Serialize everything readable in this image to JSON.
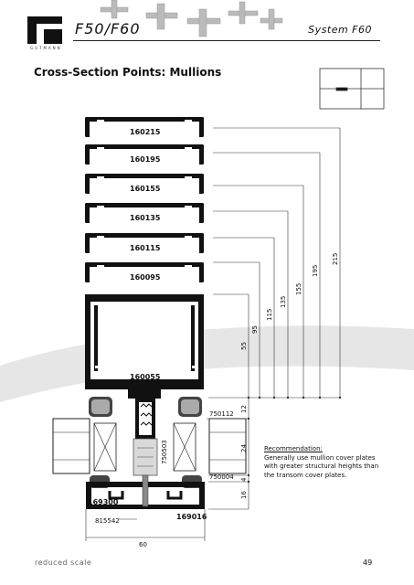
{
  "header": {
    "series_title": "F50/F60",
    "system_title": "System F60",
    "brand": "GUTMANN"
  },
  "page_title": "Cross-Section Points: Mullions",
  "profiles": [
    "160215",
    "160195",
    "160155",
    "160135",
    "160115",
    "160095",
    "160055"
  ],
  "dimensions": {
    "vertical": [
      "215",
      "195",
      "155",
      "135",
      "115",
      "95",
      "55"
    ],
    "lower": [
      "12",
      "24",
      "4",
      "16"
    ],
    "width": "60"
  },
  "part_labels": {
    "p750112": "750112",
    "p750503": "750503",
    "p750004": "750004",
    "p169300": "169300",
    "p169016": "169016",
    "p815542": "815542"
  },
  "recommendation": {
    "heading": "Recommendation:",
    "text": "Generally use mullion cover plates with greater structural heights than the transom cover plates."
  },
  "footer": {
    "scale_note": "reduced scale",
    "page_number": "49"
  }
}
